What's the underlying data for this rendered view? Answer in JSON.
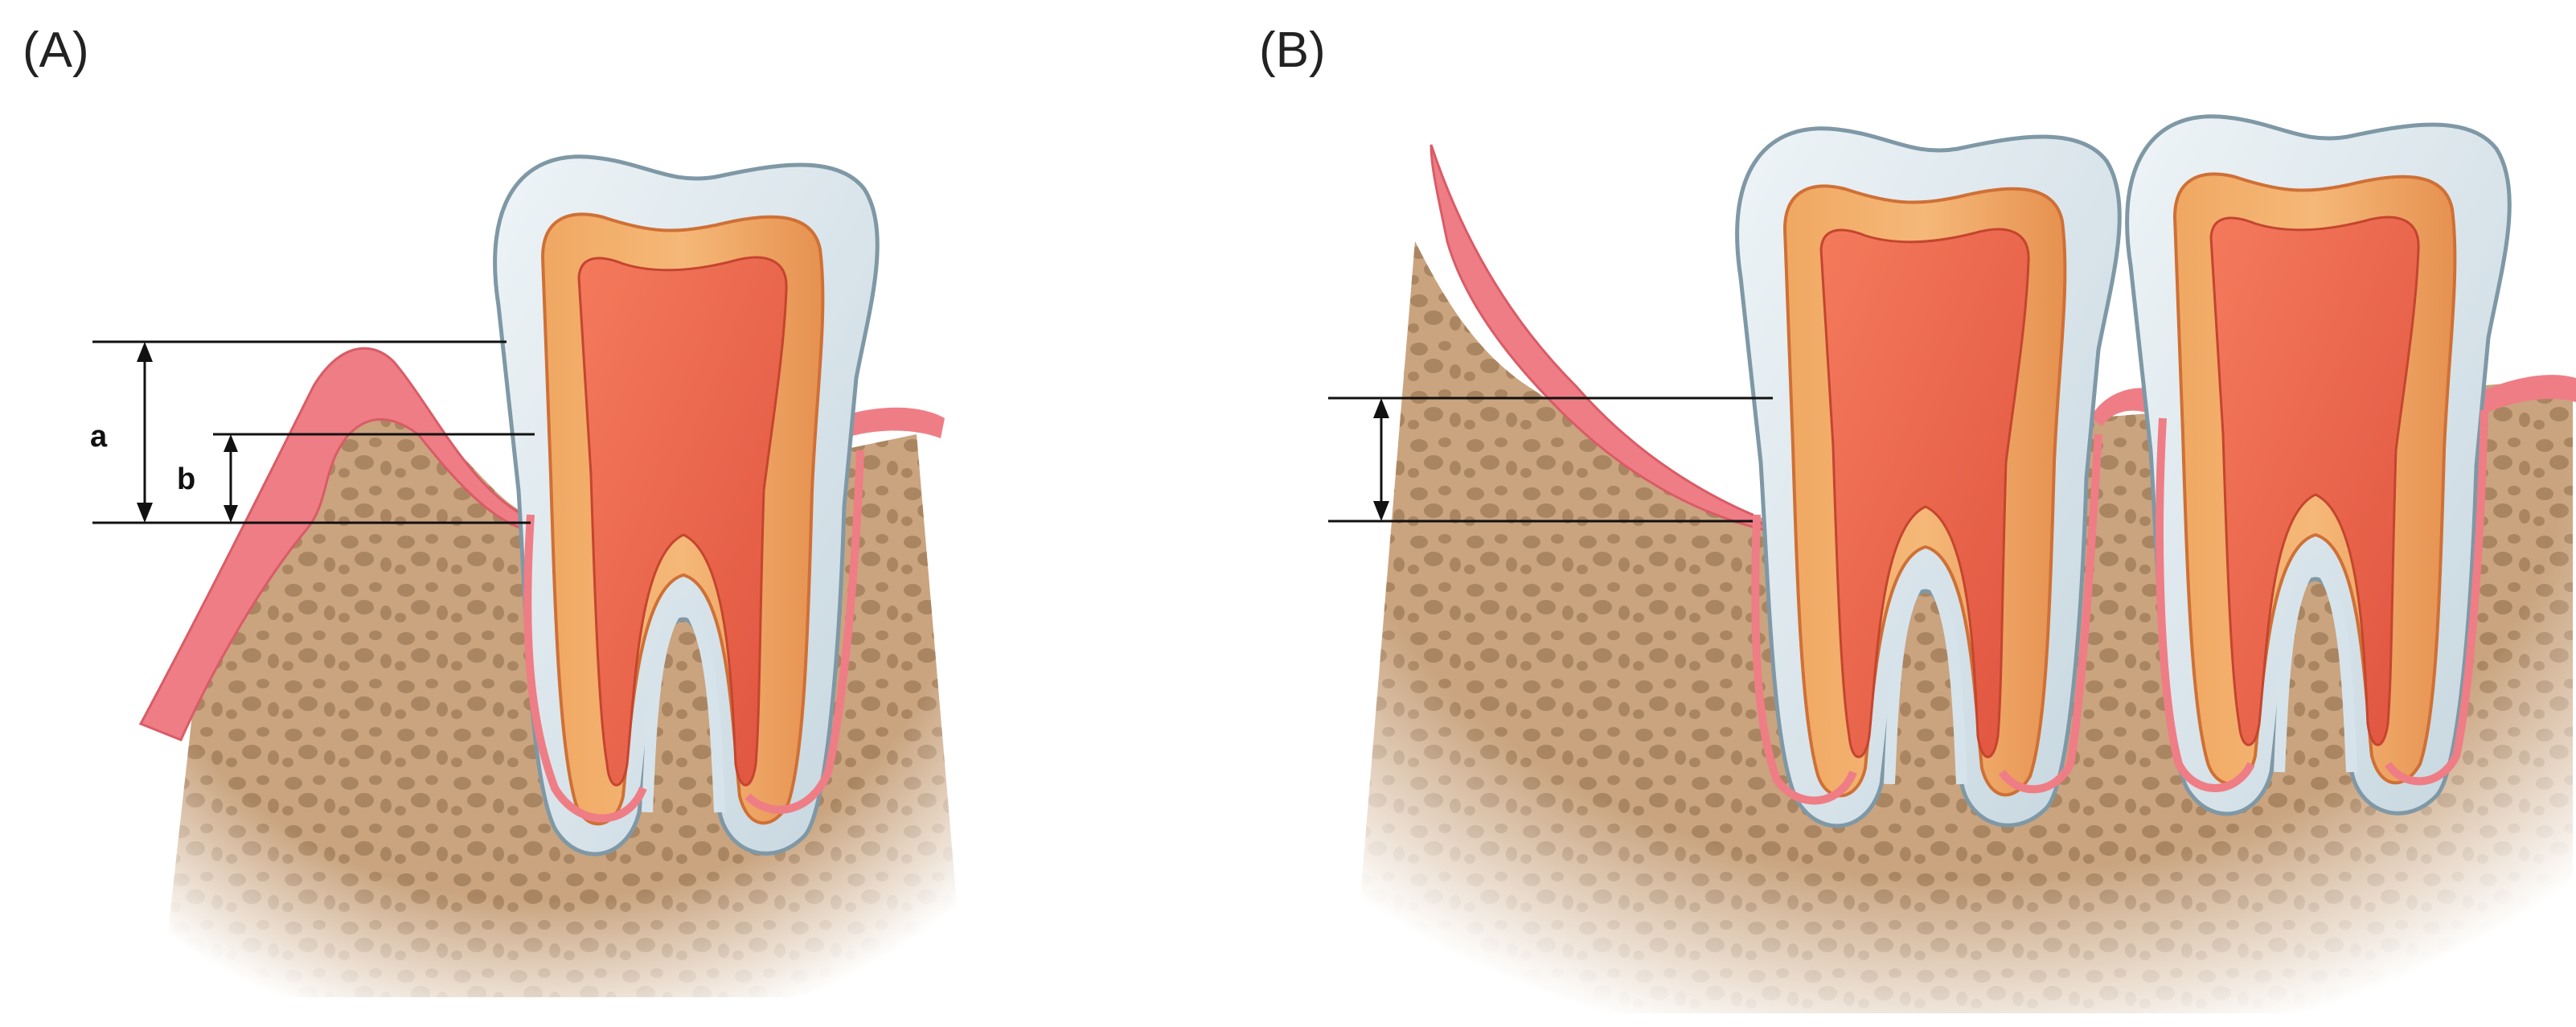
{
  "panels": {
    "a": {
      "label": "(A)"
    },
    "b": {
      "label": "(B)"
    }
  },
  "measurements": {
    "a": "a",
    "b": "b"
  },
  "colors": {
    "bone": "#c8a27c",
    "bone_pore": "#a98361",
    "gum": "#ef7d85",
    "gum_light": "#f7a8ae",
    "enamel": "#d7e3ea",
    "enamel_edge": "#8fa6b3",
    "dentin": "#ec9a55",
    "dentin_edge": "#d2763a",
    "pulp": "#ef6a50",
    "line": "#111111"
  }
}
